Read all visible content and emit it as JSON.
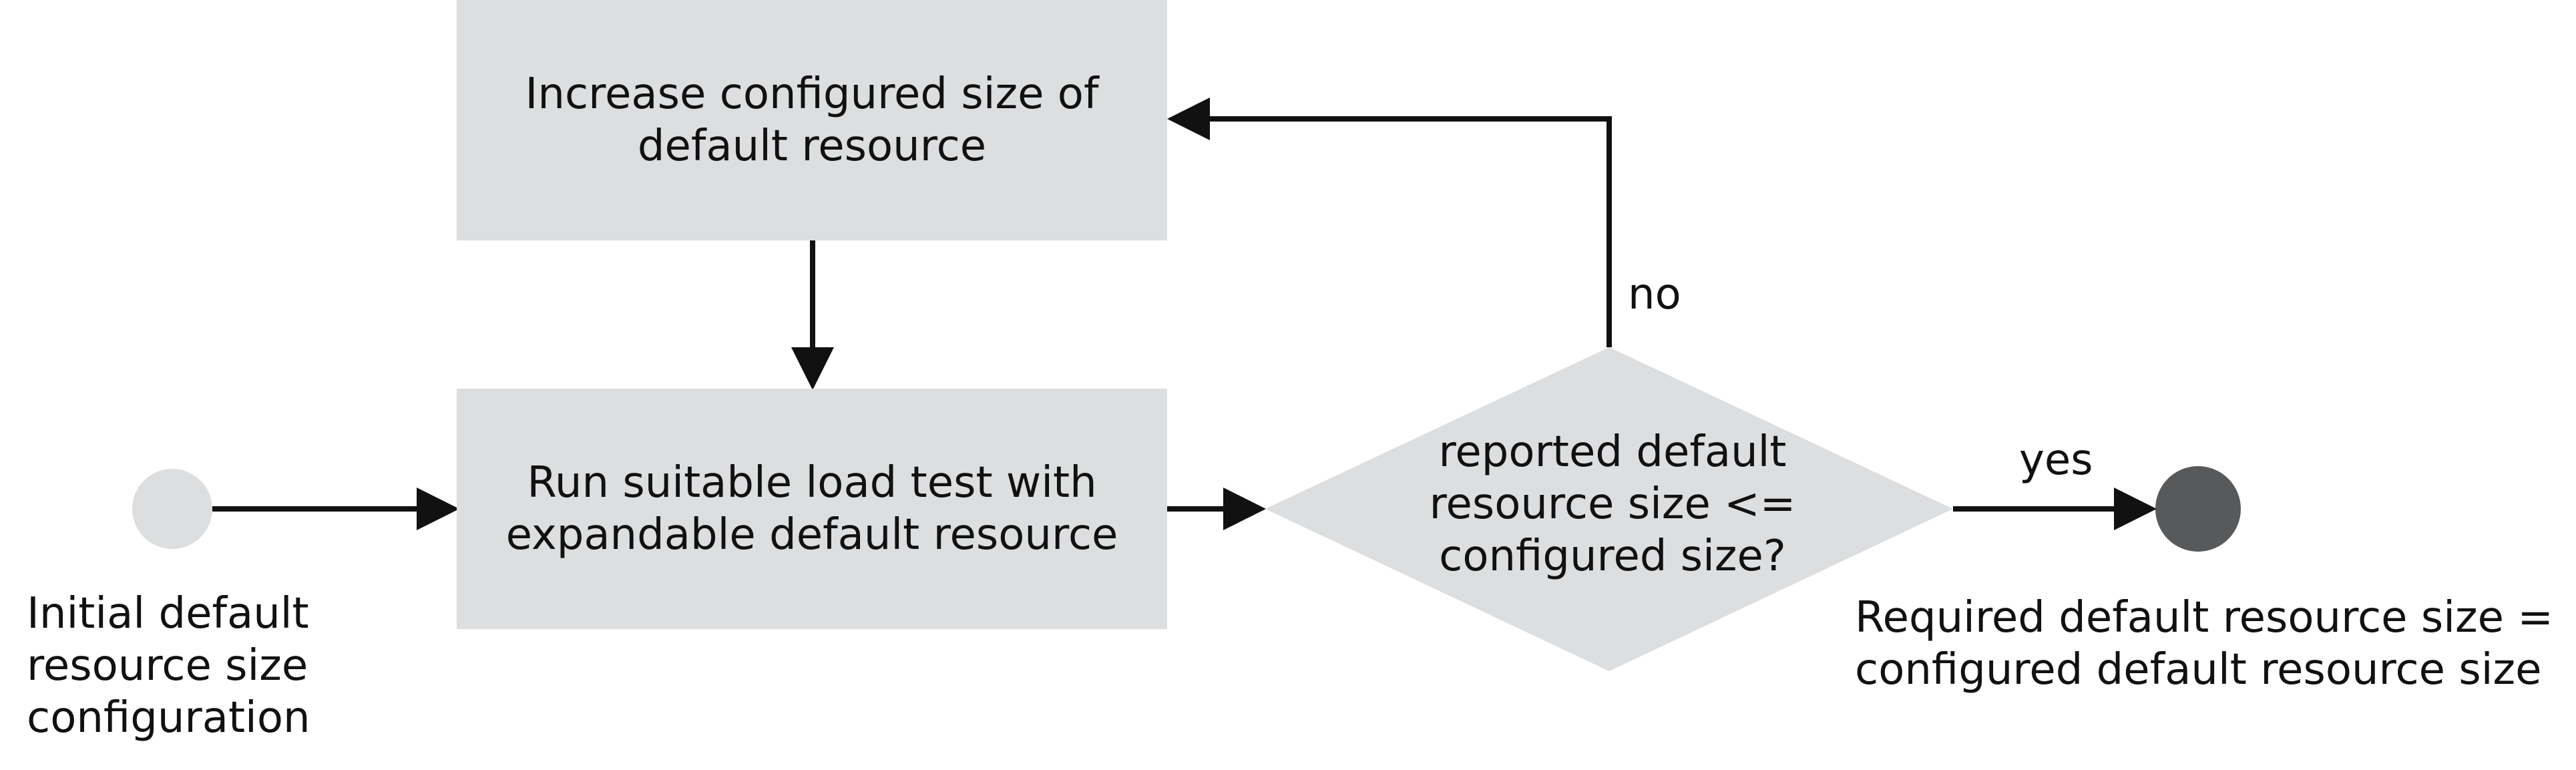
{
  "diagram": {
    "nodes": {
      "start": {
        "label": "Initial default\nresource size\nconfiguration",
        "color": "#dcdee0"
      },
      "increase": {
        "label": "Increase configured size of\ndefault resource",
        "color": "#dcdee0"
      },
      "run": {
        "label": "Run suitable load test with\nexpandable default resource",
        "color": "#dcdee0"
      },
      "decision": {
        "label": "reported default\nresource size <=\nconfigured size?",
        "color": "#dcdee0"
      },
      "end": {
        "label": "Required default resource size =\nconfigured default resource size",
        "color": "#58595b"
      }
    },
    "edges": {
      "no_label": "no",
      "yes_label": "yes"
    }
  }
}
